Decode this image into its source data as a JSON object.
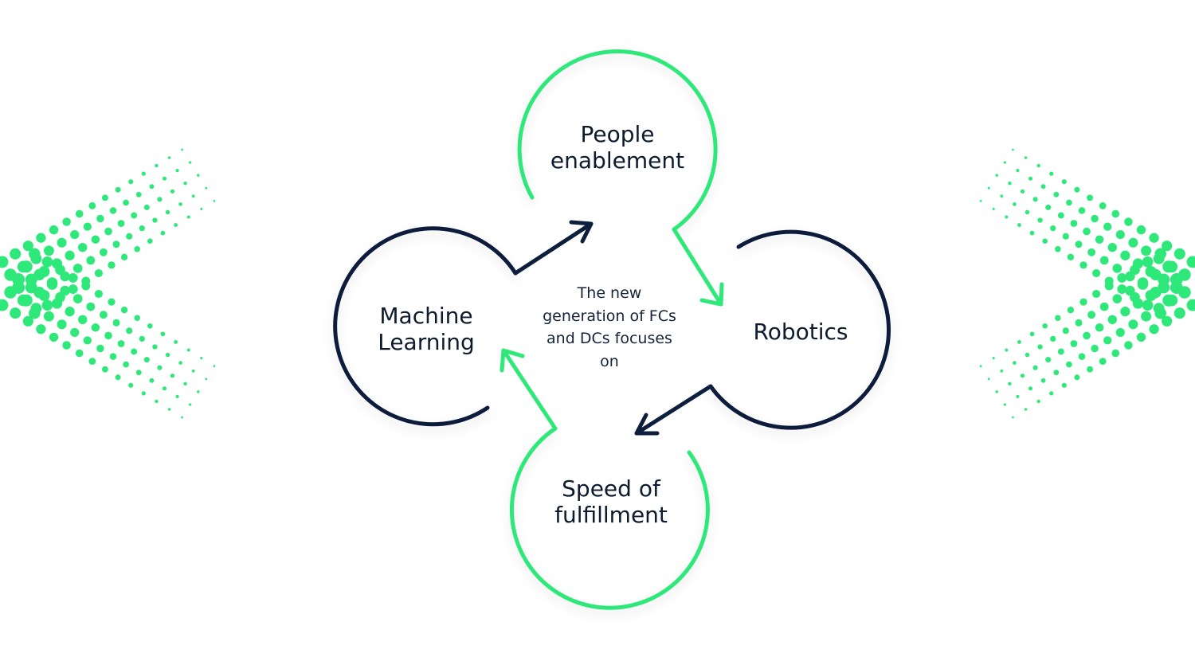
{
  "center_text": [
    "The new",
    "generation of FCs",
    "and DCs focuses",
    "on"
  ],
  "nodes": {
    "people": [
      "People",
      "enablement"
    ],
    "robotics": [
      "Robotics"
    ],
    "speed": [
      "Speed of",
      "fulfillment"
    ],
    "machine": [
      "Machine",
      "Learning"
    ]
  },
  "colors": {
    "green": "#2ee87a",
    "navy": "#0d1f3c",
    "text": "#0d1b2e"
  },
  "decor": {
    "left": "chevron-left-dots",
    "right": "chevron-right-dots"
  }
}
